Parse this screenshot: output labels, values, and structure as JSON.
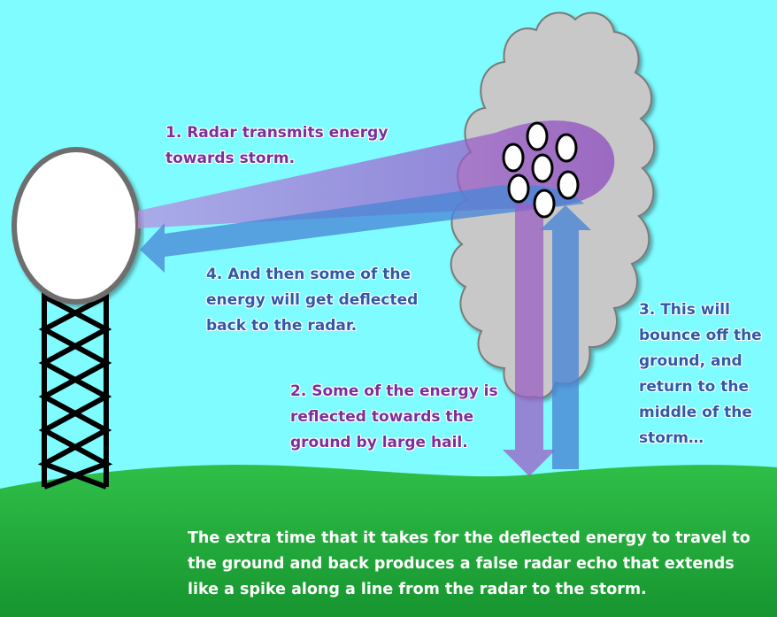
{
  "labels": {
    "step1": [
      "1. Radar transmits energy",
      "towards storm."
    ],
    "step2": [
      "2. Some of the energy is",
      "reflected towards the",
      "ground by large hail."
    ],
    "step3": [
      "3. This will",
      "bounce off the",
      "ground, and",
      "return to the",
      "middle of the",
      "storm…"
    ],
    "step4": [
      "4.  And then some of the",
      "energy will get deflected",
      "back to the radar."
    ]
  },
  "caption": [
    "The extra time that it takes for the deflected energy to travel to",
    "the ground and back produces a false radar echo that extends",
    "like a spike along a line from the radar to the storm."
  ],
  "colors": {
    "sky": "#7ffcff",
    "ground": "#1fa33a",
    "cloud": "#c8c8c8",
    "transmitted_beam": "#9b5fc4",
    "returned_beam": "#4a86d6",
    "label_purple": "#7a2f9b",
    "label_blue": "#2e5aa8",
    "caption_text": "#ffffff"
  },
  "icons": [
    "radar-dome-icon",
    "lattice-tower-icon",
    "storm-cloud-icon",
    "hailstone-icon"
  ]
}
